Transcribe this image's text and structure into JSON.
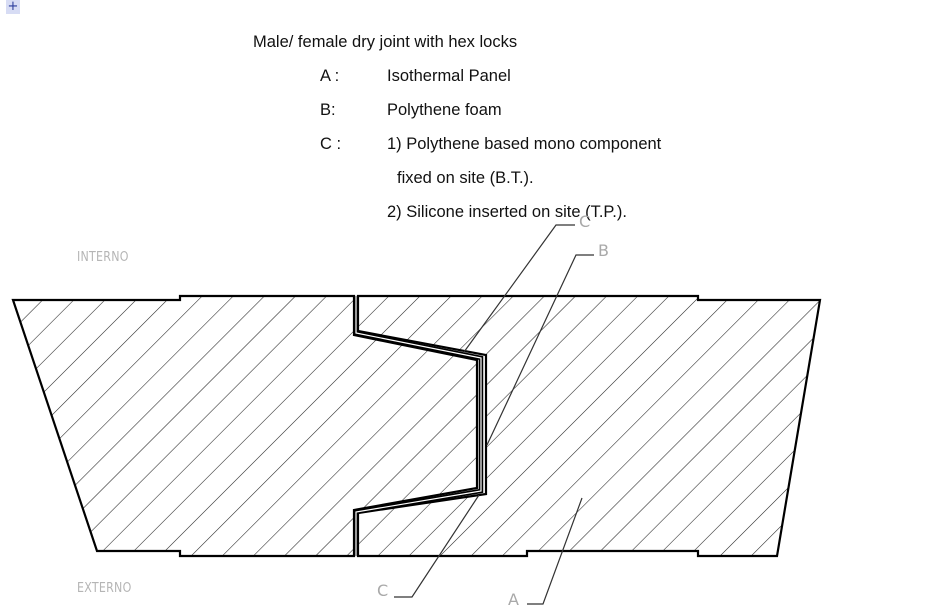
{
  "toolbar": {
    "anchor_glyph": "+"
  },
  "title": "Male/ female dry joint with hex locks",
  "legend": [
    {
      "key": "A :",
      "text": "Isothermal Panel"
    },
    {
      "key": "B:",
      "text": "Polythene foam"
    },
    {
      "key": "C :",
      "text": "1) Polythene based mono component"
    }
  ],
  "legend_cont1": "fixed on site (B.T.).",
  "legend_cont2": "2) Silicone inserted on site (T.P.).",
  "drawing": {
    "side_top": "INTERNO",
    "side_bottom": "EXTERNO",
    "callouts": {
      "c_top": "C",
      "b": "B",
      "c_bottom": "C",
      "a": "A"
    }
  },
  "colors": {
    "outline": "#000000",
    "hatch": "#222222",
    "leader": "#333333",
    "cad_text": "#aaaaaa"
  }
}
